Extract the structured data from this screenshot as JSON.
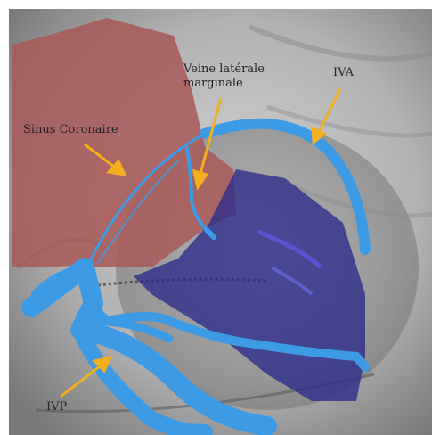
{
  "labels": {
    "veine": "Veine latérale",
    "veine2": "marginale",
    "sinus": "Sinus Coronaire",
    "iva": "IVA",
    "ivp": "IVP"
  },
  "colors": {
    "atrium": "#a85a5a",
    "ventricle": "#2a2a8a",
    "vessel": "#3d9be6",
    "arrow": "#f2b01e",
    "xray_bg": "#bdbdbd"
  }
}
